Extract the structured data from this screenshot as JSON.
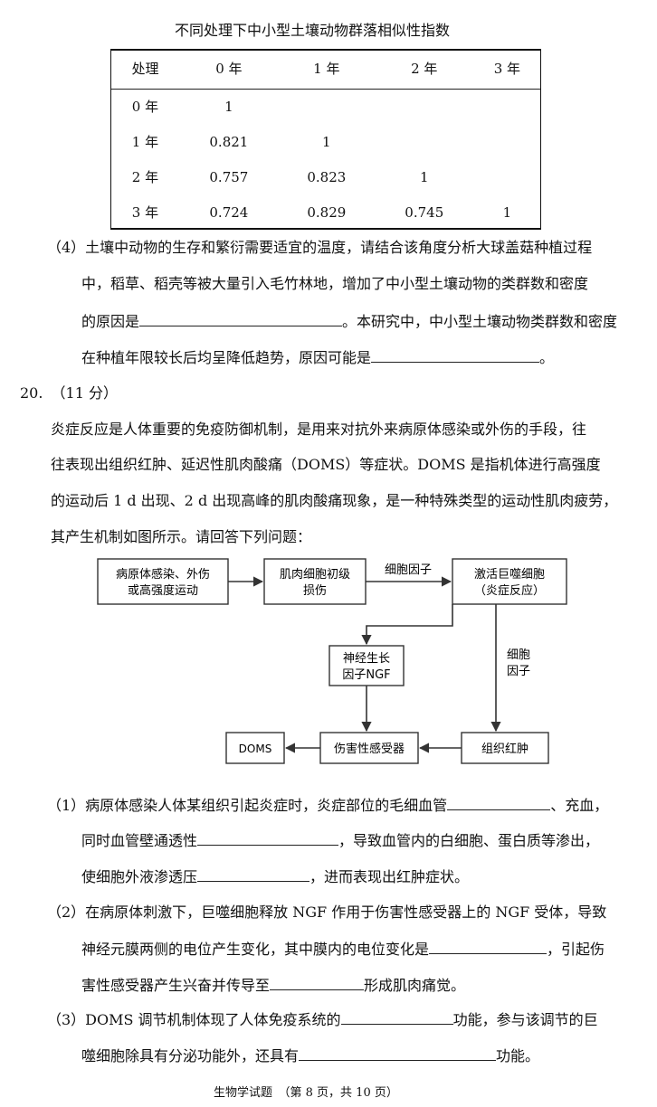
{
  "table": {
    "caption": "不同处理下中小型土壤动物群落相似性指数",
    "headers": [
      "处理",
      "0 年",
      "1 年",
      "2 年",
      "3 年"
    ],
    "rows": [
      [
        "0 年",
        "1",
        "",
        "",
        ""
      ],
      [
        "1 年",
        "0.821",
        "1",
        "",
        ""
      ],
      [
        "2 年",
        "0.757",
        "0.823",
        "1",
        ""
      ],
      [
        "3 年",
        "0.724",
        "0.829",
        "0.745",
        "1"
      ]
    ]
  },
  "q4": {
    "line1": "（4）土壤中动物的生存和繁衍需要适宜的温度，请结合该角度分析大球盖菇种植过程",
    "line2": "中，稻草、稻壳等被大量引入毛竹林地，增加了中小型土壤动物的类群数和密度",
    "line3_a": "的原因是",
    "line3_b": "。本研究中，中小型土壤动物类群数和密度",
    "line4_a": "在种植年限较长后均呈降低趋势，原因可能是",
    "line4_b": "。"
  },
  "q20": {
    "number": "20.",
    "points": "（11 分）",
    "p1": "炎症反应是人体重要的免疫防御机制，是用来对抗外来病原体感染或外伤的手段，往",
    "p2": "往表现出组织红肿、延迟性肌肉酸痛（DOMS）等症状。DOMS 是指机体进行高强度",
    "p3": "的运动后 1 d 出现、2 d 出现高峰的肌肉酸痛现象，是一种特殊类型的运动性肌肉疲劳，",
    "p4": "其产生机制如图所示。请回答下列问题："
  },
  "diagram": {
    "box_pathogen_1": "病原体感染、外伤",
    "box_pathogen_2": "或高强度运动",
    "box_muscle_1": "肌肉细胞初级",
    "box_muscle_2": "损伤",
    "edge_cytokine_top": "细胞因子",
    "box_macro_1": "激活巨噬细胞",
    "box_macro_2": "（炎症反应）",
    "box_ngf_1": "神经生长",
    "box_ngf_2": "因子NGF",
    "edge_cytokine_right_1": "细胞",
    "edge_cytokine_right_2": "因子",
    "box_doms": "DOMS",
    "box_receptor": "伤害性感受器",
    "box_swelling": "组织红肿"
  },
  "sub1": {
    "l1_a": "（1）病原体感染人体某组织引起炎症时，炎症部位的毛细血管",
    "l1_b": "、充血，",
    "l2_a": "同时血管壁通透性",
    "l2_b": "，导致血管内的白细胞、蛋白质等渗出，",
    "l3_a": "使细胞外液渗透压",
    "l3_b": "，进而表现出红肿症状。"
  },
  "sub2": {
    "l1": "（2）在病原体刺激下，巨噬细胞释放 NGF 作用于伤害性感受器上的 NGF 受体，导致",
    "l2_a": "神经元膜两侧的电位产生变化，其中膜内的电位变化是",
    "l2_b": "，引起伤",
    "l3_a": "害性感受器产生兴奋并传导至",
    "l3_b": "形成肌肉痛觉。"
  },
  "sub3": {
    "l1_a": "（3）DOMS 调节机制体现了人体免疫系统的",
    "l1_b": "功能，参与该调节的巨",
    "l2_a": "噬细胞除具有分泌功能外，还具有",
    "l2_b": "功能。"
  },
  "footer": "生物学试题　（第 8 页，共 10 页）"
}
